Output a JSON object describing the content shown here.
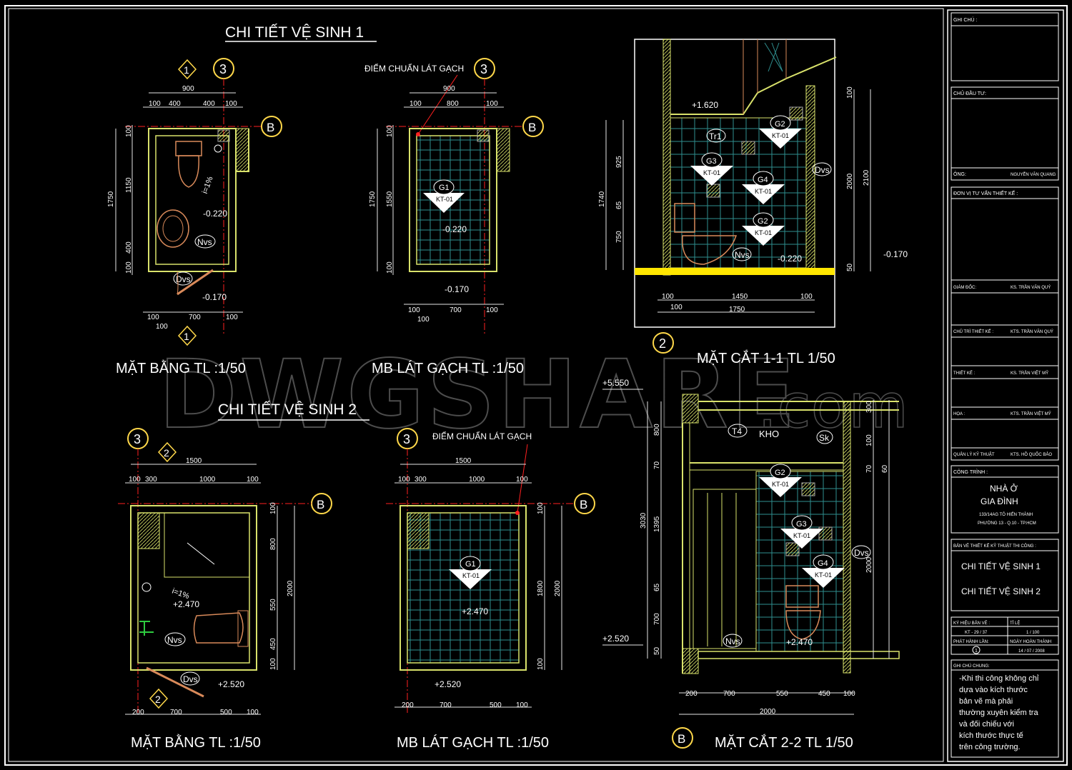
{
  "colors": {
    "bg": "#000000",
    "frame": "#ffffff",
    "wall": "#d9e26b",
    "dim": "#e6e6e6",
    "axis": "#ff2020",
    "tile": "#2f8f8f",
    "accent": "#ffe600",
    "symbol": "#ffd84a"
  },
  "section1": {
    "title": "CHI TIẾT VỆ SINH 1",
    "plan_title": "MẶT BẰNG  TL :1/50",
    "tile_title": "MB LÁT GẠCH  TL :1/50",
    "section_title": "MẶT CẮT 1-1   TL  1/50",
    "tile_ref": "ĐIỂM CHUẨN LÁT GẠCH",
    "plan": {
      "dim_top": "900",
      "dim_top_parts": [
        "100",
        "400",
        "400",
        "100"
      ],
      "dim_left": "1750",
      "dim_left_parts": [
        "100",
        "1150",
        "400",
        "100"
      ],
      "dim_bottom": [
        "100",
        "700",
        "100",
        "100"
      ],
      "elev1": "-0.220",
      "elev2": "-0.170",
      "slope": "i=1%",
      "lbl_nvs": "Nvs",
      "lbl_dvs": "Dvs",
      "axis_3": "3",
      "axis_B": "B",
      "cut_1": "1"
    },
    "tile": {
      "dim_top": "900",
      "dim_top_parts": [
        "100",
        "800",
        "100"
      ],
      "dim_left": "1750",
      "dim_left_parts": [
        "100",
        "1550",
        "100"
      ],
      "dim_bottom": [
        "100",
        "700",
        "100",
        "100"
      ],
      "elev1": "-0.220",
      "elev2": "-0.170",
      "tag": "G1",
      "code": "KT-01",
      "axis_3": "3",
      "axis_B": "B"
    },
    "section": {
      "elev_top": "+1.620",
      "elev_floor": "-0.220",
      "elev_out": "-0.170",
      "dims_left": [
        "925",
        "65",
        "750"
      ],
      "dim_left_total": "1740",
      "dims_right": [
        "100",
        "2000",
        "2100",
        "50"
      ],
      "dims_bottom": [
        "100",
        "1450",
        "100"
      ],
      "dim_bottom_total": "1750",
      "dim_bottom_extra": "100",
      "tags": [
        {
          "t": "G2",
          "c": "KT-01"
        },
        {
          "t": "G3",
          "c": "KT-01"
        },
        {
          "t": "G4",
          "c": "KT-01"
        },
        {
          "t": "G2",
          "c": "KT-01"
        }
      ],
      "lbl_tr1": "Tr1",
      "lbl_dvs": "Dvs",
      "lbl_nvs": "Nvs",
      "axis_2": "2"
    }
  },
  "section2": {
    "title": "CHI TIẾT VỆ SINH 2",
    "plan_title": "MẶT BẰNG  TL :1/50",
    "tile_title": "MB LÁT GẠCH  TL :1/50",
    "section_title": "MẶT CẮT 2-2   TL  1/50",
    "tile_ref": "ĐIỂM CHUẨN LÁT GẠCH",
    "plan": {
      "dim_top": "1500",
      "dim_top_parts": [
        "100",
        "300",
        "1000",
        "100"
      ],
      "dim_right": "2000",
      "dim_right_parts": [
        "100",
        "800",
        "550",
        "450",
        "100"
      ],
      "dim_bottom": [
        "200",
        "700",
        "500",
        "100"
      ],
      "elev1": "+2.470",
      "elev2": "+2.520",
      "slope": "i=1%",
      "lbl_nvs": "Nvs",
      "lbl_dvs": "Dvs",
      "axis_3": "3",
      "axis_B": "B",
      "cut_2": "2"
    },
    "tile": {
      "dim_top": "1500",
      "dim_top_parts": [
        "100",
        "300",
        "1000",
        "100"
      ],
      "dim_right": "2000",
      "dim_right_parts": [
        "100",
        "1800",
        "100"
      ],
      "dim_bottom": [
        "200",
        "700",
        "500",
        "100"
      ],
      "elev1": "+2.470",
      "elev2": "+2.520",
      "tag": "G1",
      "code": "KT-01",
      "axis_3": "3",
      "axis_B": "B"
    },
    "section": {
      "elev_top": "+5.550",
      "elev_floor": "+2.470",
      "elev_out": "+2.520",
      "dims_left_total": "3030",
      "dims_left": [
        "800",
        "70",
        "1395",
        "65",
        "700",
        "50"
      ],
      "dims_right": [
        "300",
        "100",
        "70",
        "60",
        "2000"
      ],
      "dims_bottom": [
        "200",
        "700",
        "550",
        "450",
        "100"
      ],
      "dim_bottom_total": "2000",
      "tags": [
        {
          "t": "G2",
          "c": "KT-01"
        },
        {
          "t": "G3",
          "c": "KT-01"
        },
        {
          "t": "G4",
          "c": "KT-01"
        }
      ],
      "lbl_t4": "T4",
      "lbl_kho": "KHO",
      "lbl_sk": "Sk",
      "lbl_dvs": "Dvs",
      "lbl_nvs": "Nvs",
      "axis_B": "B"
    }
  },
  "watermark": {
    "main": "DWGSHARE",
    "suffix": ".com"
  },
  "titleblock": {
    "ghi_chu": "GHI CHÚ :",
    "chu_dau_tu": "CHỦ ĐẦU TƯ:",
    "ong": "ÔNG:",
    "ong_name": "NGUYỄN VĂN QUANG",
    "don_vi": "ĐƠN VỊ TƯ VẤN THIẾT KẾ :",
    "giam_doc": "GIÁM ĐỐC:",
    "giam_doc_name": "KS. TRẦN VĂN QUÝ",
    "chu_tri": "CHỦ TRÌ THIẾT KẾ :",
    "chu_tri_name": "KTS. TRẦN VĂN QUÝ",
    "thiet_ke": "THIẾT KẾ :",
    "thiet_ke_name": "KS. TRẦN VIỆT MỸ",
    "hoa": "HỌA :",
    "hoa_name": "KTS. TRẦN VIỆT MỸ",
    "qlkt": "QUẢN LÝ KỸ THUẬT",
    "qlkt_name": "KTS. HỒ QUỐC BẢO",
    "cong_trinh": "CÔNG TRÌNH :",
    "ct_name1": "NHÀ Ở",
    "ct_name2": "GIA ĐÌNH",
    "ct_addr1": "133/14AG TÔ HIẾN THÀNH",
    "ct_addr2": "PHƯỜNG 13 - Q.10 - TP.HCM",
    "ban_ve": "BẢN VẼ THIẾT KẾ KỸ THUẬT THI CÔNG :",
    "bv_name1": "CHI TIẾT VỆ SINH 1",
    "bv_name2": "CHI TIẾT VỆ SINH 2",
    "ky_hieu": "KÝ HIỆU BẢN VẼ :",
    "ky_hieu_val": "KT - 29 / 37",
    "ti_le": "TỈ LỆ",
    "ti_le_val": "1 / 100",
    "phat_hanh": "PHÁT HÀNH LẦN:",
    "phat_hanh_val": "1",
    "ngay": "NGÀY HOÀN THÀNH",
    "ngay_val": "14 / 07 / 2008",
    "ghi_chu_chung": "GHI CHÚ CHUNG:",
    "note": [
      "-Khi thi công không chỉ",
      "dựa vào kích thước",
      "bản vẽ mà phải",
      "thường xuyên kiểm tra",
      "và đối chiếu với",
      "kích thước thực tế",
      "trên công trường."
    ]
  }
}
